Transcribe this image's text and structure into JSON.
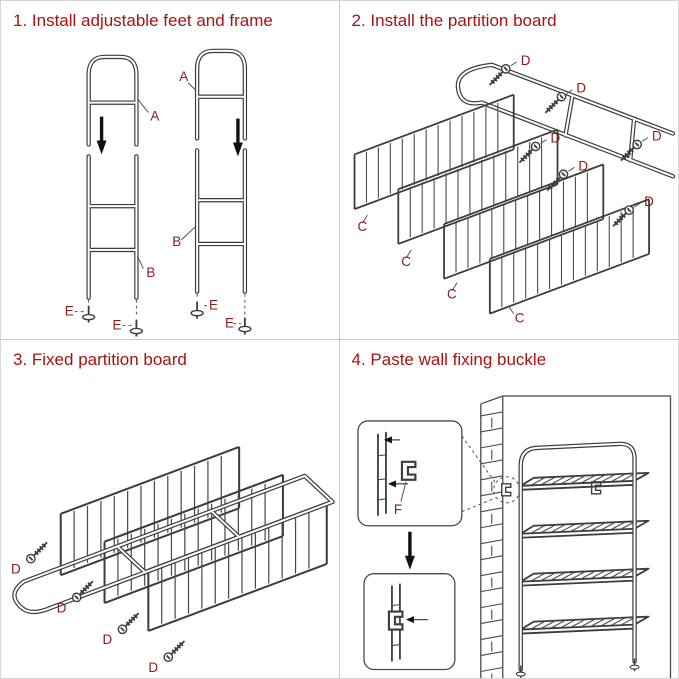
{
  "colors": {
    "title": "#ab1111",
    "label": "#8b1a1a",
    "line": "#3c3c3c",
    "divider": "#c9c9c9"
  },
  "panels": {
    "step1": {
      "title": "1. Install adjustable feet and frame",
      "labels": {
        "a1": "A",
        "a2": "A",
        "b1": "B",
        "b2": "B",
        "e1": "E",
        "e2": "E",
        "e3": "E",
        "e4": "E"
      }
    },
    "step2": {
      "title": "2. Install the partition board",
      "screw_labels": [
        "D",
        "D",
        "D",
        "D",
        "D",
        "D"
      ],
      "board_labels": [
        "C",
        "C",
        "C",
        "C"
      ]
    },
    "step3": {
      "title": "3. Fixed partition board",
      "screw_labels": [
        "D",
        "D",
        "D",
        "D"
      ]
    },
    "step4": {
      "title": "4. Paste wall fixing buckle",
      "labels": {
        "f": "F"
      }
    }
  }
}
